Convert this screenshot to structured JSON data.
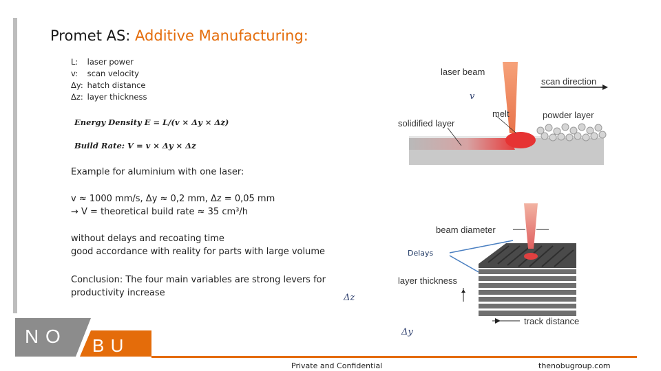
{
  "slide": {
    "title_prefix": "Promet AS: ",
    "title_accent": "Additive Manufacturing:",
    "definitions": [
      {
        "sym": "L:",
        "text": "laser power"
      },
      {
        "sym": "v:",
        "text": "scan velocity"
      },
      {
        "sym": "Δy:",
        "text": "hatch distance"
      },
      {
        "sym": "Δz:",
        "text": "layer thickness"
      }
    ],
    "energy_formula": "Energy Density E = L/(v × Δy × Δz)",
    "build_formula": "Build Rate: V = v × Δy × Δz",
    "example_intro": "Example for aluminium with one laser:",
    "example_values": "v ≈ 1000 mm/s, Δy ≈ 0,2 mm, Δz = 0,05 mm",
    "example_result": "→ V = theoretical build rate ≈ 35 cm³/h",
    "note_line1": "without delays and recoating time",
    "note_line2": "good accordance with reality for parts with large volume",
    "conclusion_line1": "Conclusion: The four main variables are strong levers for",
    "conclusion_line2": "productivity increase",
    "delays_label": "Delays",
    "v_label": "v",
    "dz_label": "Δz",
    "dy_label": "Δy"
  },
  "diagram_top": {
    "laser_beam": "laser beam",
    "scan_direction": "scan direction",
    "melt": "melt",
    "powder_layer": "powder layer",
    "solidified_layer": "solidified layer"
  },
  "diagram_bottom": {
    "beam_diameter": "beam diameter",
    "layer_thickness": "layer thickness",
    "track_distance": "track distance"
  },
  "footer": {
    "logo_left": "N O",
    "logo_right": "B U",
    "confidential": "Private and Confidential",
    "website": "thenobugroup.com"
  },
  "colors": {
    "accent": "#e46c0a",
    "footer_line": "#e46c0a"
  }
}
